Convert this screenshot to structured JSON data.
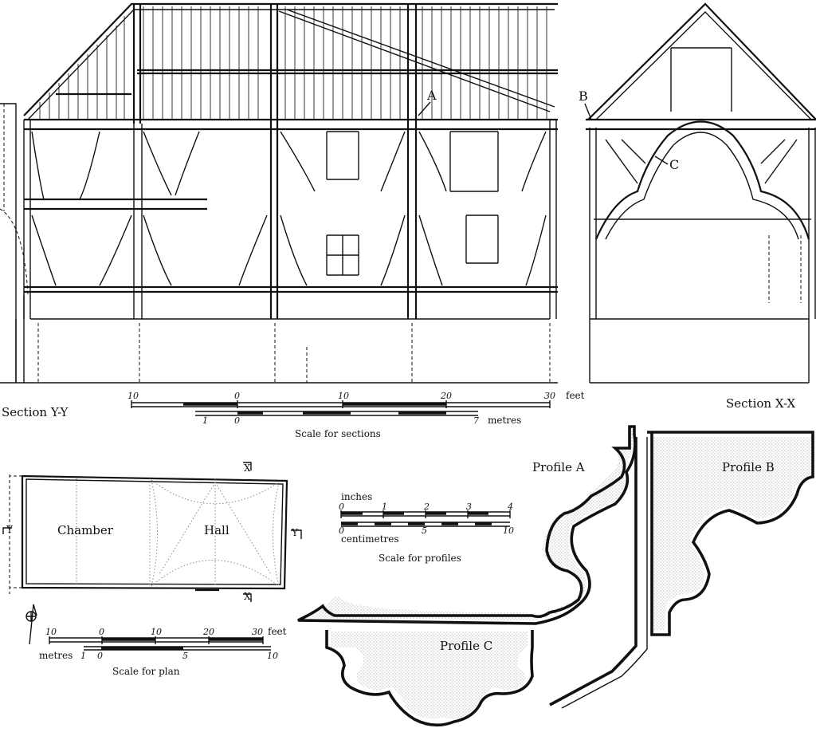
{
  "sections": {
    "long_title": "Section Y-Y",
    "cross_title": "Section X-X",
    "marker_a": "A",
    "marker_b": "B",
    "marker_c": "C",
    "scale": {
      "title": "Scale for sections",
      "feet_unit": "feet",
      "metres_unit": "metres",
      "feet_ticks": [
        "10",
        "0",
        "10",
        "20",
        "30"
      ],
      "metre_ticks": [
        "1",
        "0",
        "7"
      ]
    }
  },
  "plan": {
    "room_chamber": "Chamber",
    "room_hall": "Hall",
    "section_mark_y": "Y",
    "section_mark_x": "X",
    "scale": {
      "title": "Scale for plan",
      "feet_unit": "feet",
      "metres_unit": "metres",
      "feet_ticks": [
        "10",
        "0",
        "10",
        "20",
        "30"
      ],
      "metre_ticks": [
        "1",
        "0",
        "5",
        "10"
      ]
    }
  },
  "profiles": {
    "profile_a": "Profile A",
    "profile_b": "Profile B",
    "profile_c": "Profile C",
    "scale": {
      "title": "Scale for profiles",
      "inches_unit": "inches",
      "centimetres_unit": "centimetres",
      "inch_ticks": [
        "0",
        "1",
        "2",
        "3",
        "4"
      ],
      "cm_ticks": [
        "0",
        "5",
        "10"
      ]
    }
  }
}
